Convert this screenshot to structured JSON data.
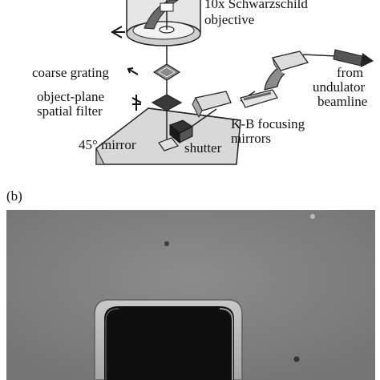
{
  "panel_a": {
    "objective_label_line1": "10x Schwarzschild",
    "objective_label_line2": "objective",
    "coarse_grating_label": "coarse grating",
    "spatial_filter_line1": "object-plane",
    "spatial_filter_line2": "spatial filter",
    "mirror_label": "45° mirror",
    "shutter_label": "shutter",
    "kb_line1": "K-B focusing",
    "kb_line2": "mirrors",
    "source_line1": "from",
    "source_line2": "undulator",
    "source_line3": "beamline"
  },
  "panel_b": {
    "label": "(b)"
  }
}
